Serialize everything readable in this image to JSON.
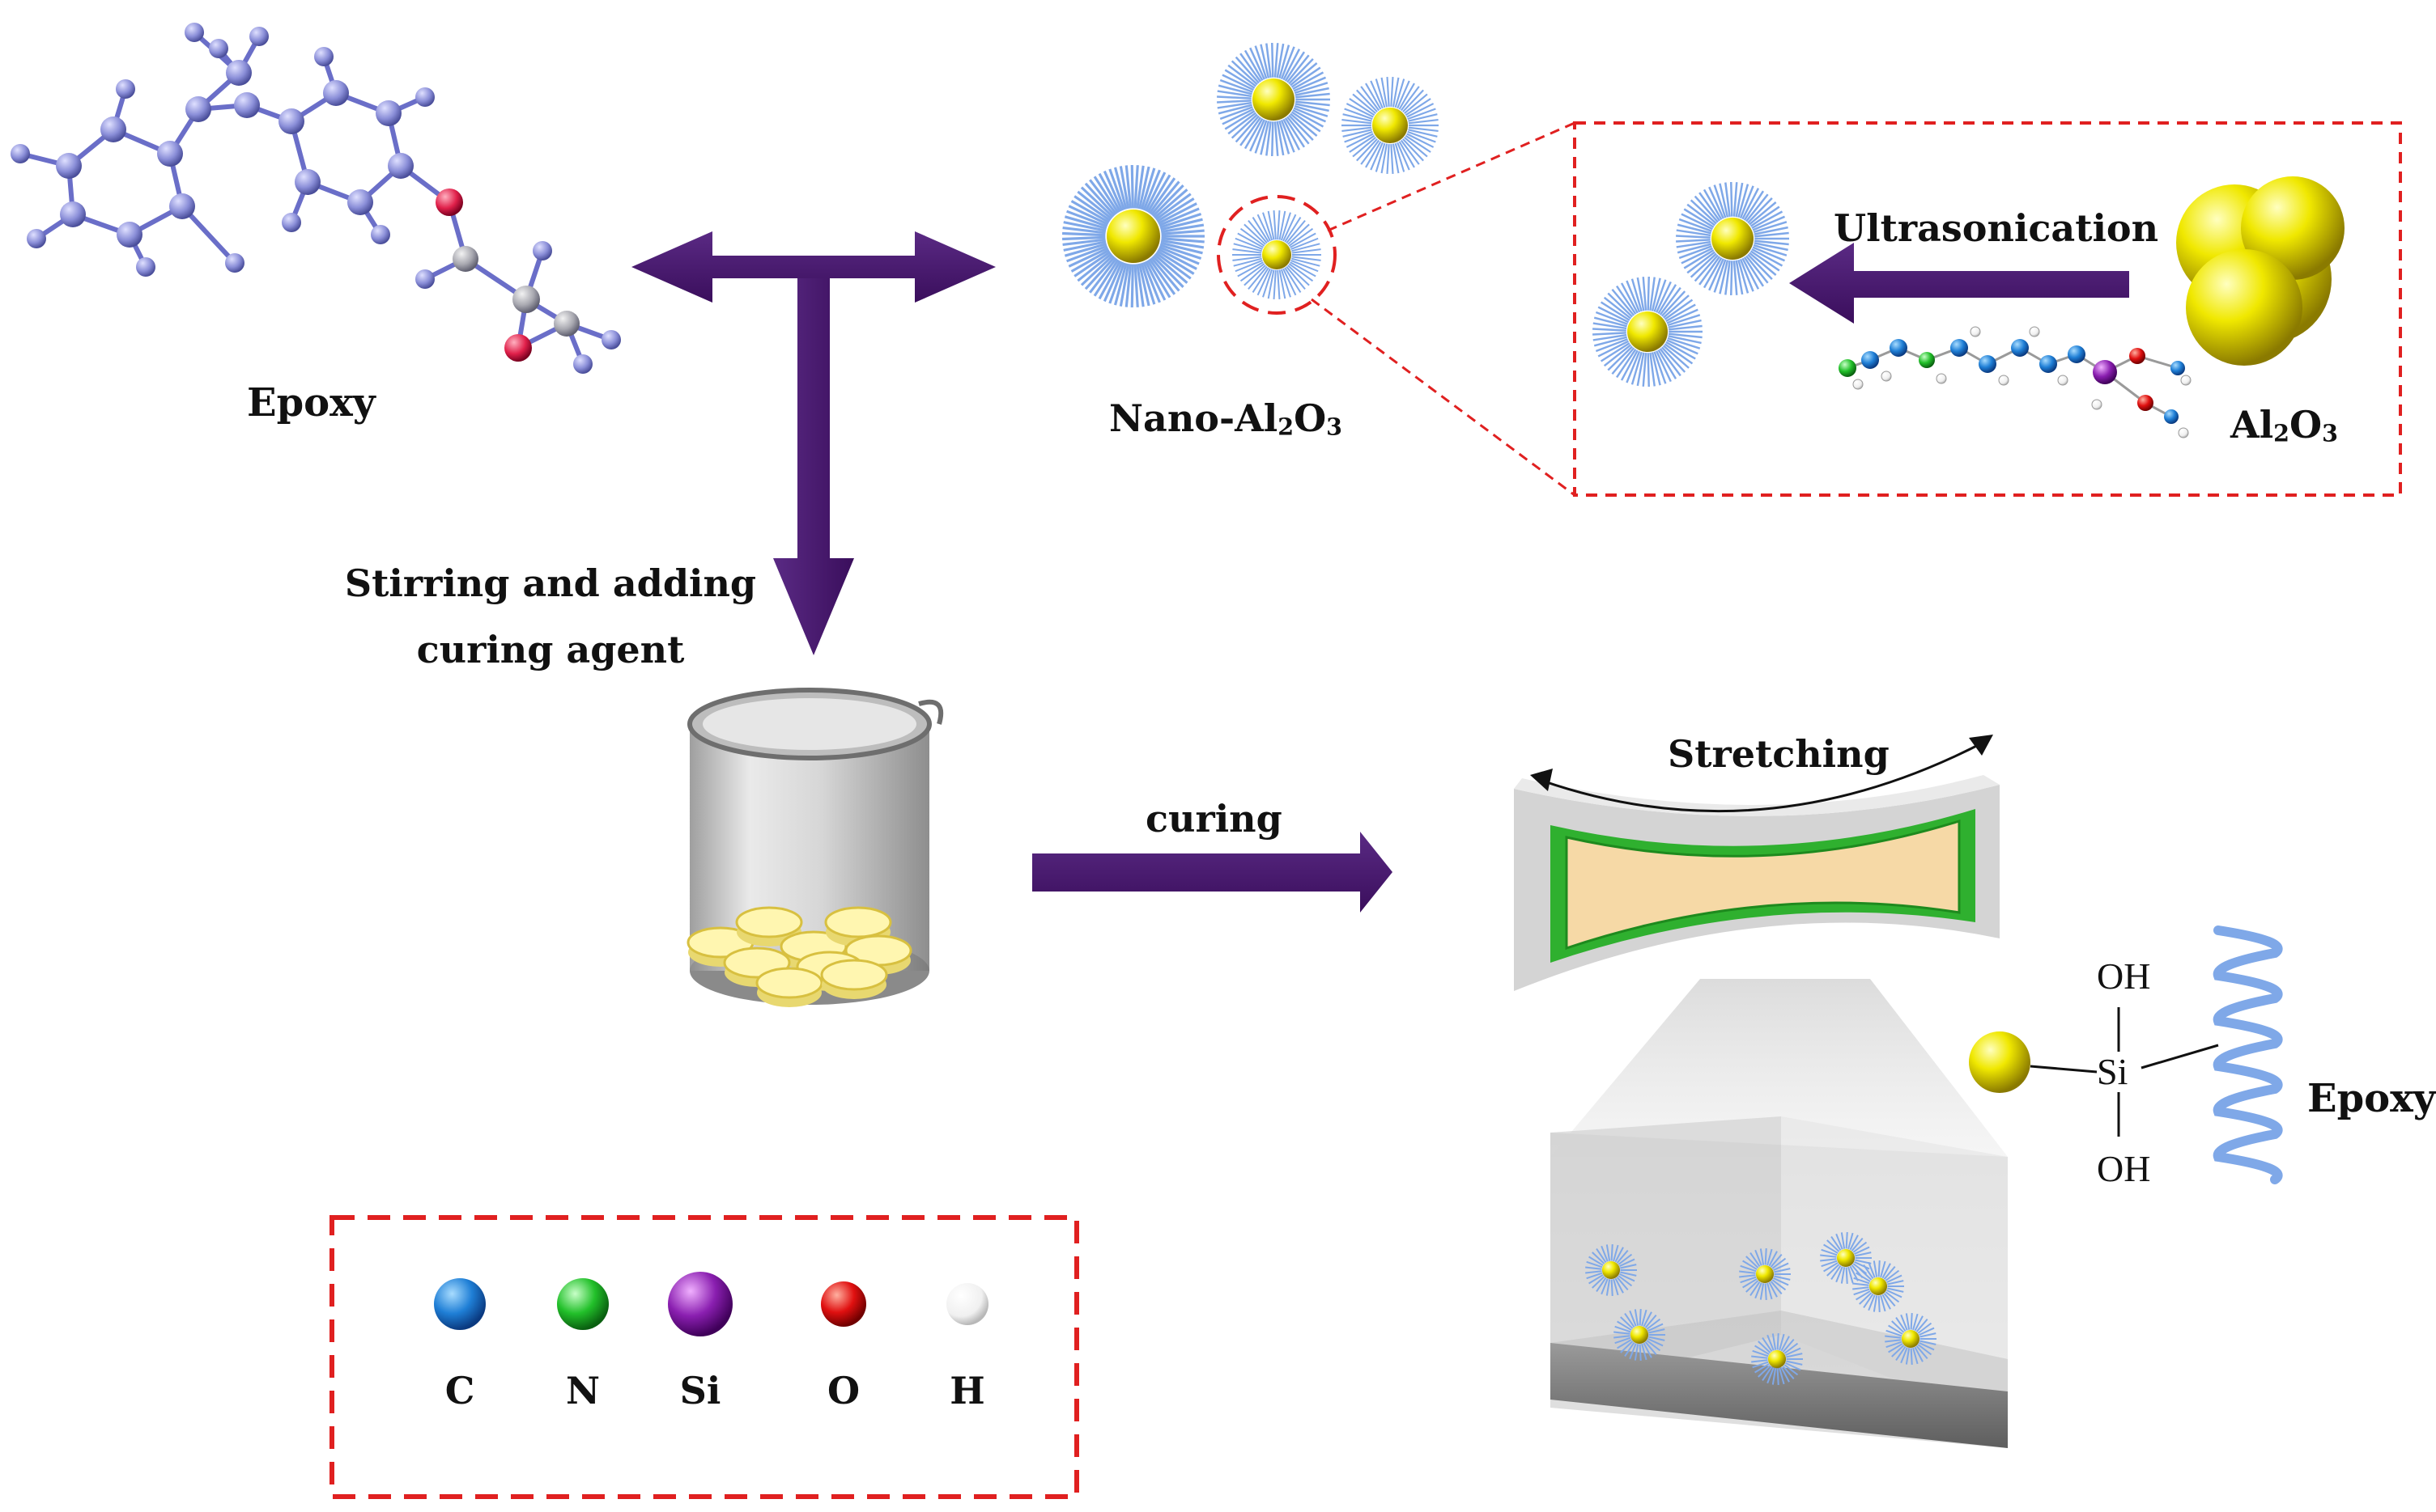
{
  "labels": {
    "epoxy_top": "Epoxy",
    "nano_prefix": "Nano-Al",
    "al_sub_2": "2",
    "o_letter": "O",
    "al_sub_3": "3",
    "ultrasonication": "Ultrasonication",
    "al_plain": "Al",
    "stirring_line1": "Stirring and adding",
    "stirring_line2": "curing agent",
    "curing": "curing",
    "stretching": "Stretching",
    "epoxy_right": "Epoxy",
    "oh_top": "OH",
    "oh_bottom": "OH",
    "si": "Si"
  },
  "legend": {
    "items": [
      {
        "symbol": "C",
        "color": "#1f7fd6"
      },
      {
        "symbol": "N",
        "color": "#22c02a"
      },
      {
        "symbol": "Si",
        "color": "#8a1fb0"
      },
      {
        "symbol": "O",
        "color": "#e01010"
      },
      {
        "symbol": "H",
        "color": "#f2f2f2"
      }
    ]
  },
  "colors": {
    "arrow": "#4a1a70",
    "dashed_box": "#e02020",
    "particle_core": "#e8e000",
    "particle_shell": "#7fa8e8",
    "molecule_atom": "#8a8ed8",
    "film_border": "#2fb02f",
    "film_fill": "#f6d9a6"
  }
}
